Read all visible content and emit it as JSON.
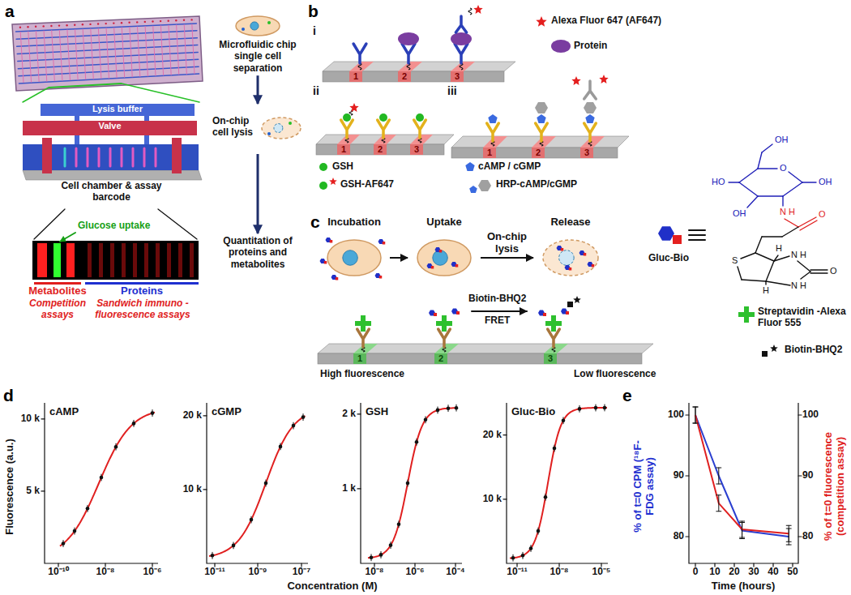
{
  "diagram": {
    "nodes": [
      {
        "text": [
          "Lysis buffer"
        ]
      },
      {
        "text": [
          "Valve"
        ]
      },
      {
        "text": [
          "Microfluidic chip single cell separation"
        ]
      },
      {
        "text": [
          "On-chip cell lysis"
        ]
      },
      {
        "text": [
          "Quantitation of proteins and metabolites"
        ]
      },
      {
        "text": [
          "Incubation"
        ]
      },
      {
        "text": [
          "Uptake"
        ]
      },
      {
        "text": [
          "Release"
        ]
      }
    ],
    "edges": [
      {
        "from": 2,
        "to": 3,
        "arrow": "to"
      },
      {
        "from": 3,
        "to": 4,
        "arrow": "to"
      },
      {
        "from": 5,
        "to": 6,
        "arrow": "to"
      },
      {
        "from": 6,
        "to": 7,
        "arrow": "to",
        "label": "On-chip lysis"
      }
    ],
    "labels": [
      "a",
      "b",
      "c",
      "d",
      "e",
      "Cell chamber & assay barcode",
      "Glucose uptake",
      "Metabolites",
      "Competition assays",
      "Proteins",
      "Sandwich immuno -fluorescence assays",
      "i",
      "1",
      "2",
      "3",
      "Alexa Fluor 647 (AF647)",
      "Protein",
      "ii",
      "1",
      "2",
      "3",
      "GSH",
      "GSH-AF647",
      "iii",
      "1",
      "2",
      "3",
      "cAMP / cGMP",
      "HRP-cAMP/cGMP",
      "Gluc-Bio",
      "OH",
      "O",
      "OH",
      "HO",
      "OH",
      "N",
      "H",
      "O",
      "S",
      "H",
      "H",
      "N",
      "H",
      "N",
      "H",
      "O",
      "1",
      "2",
      "3",
      "Biotin-BHQ2",
      "FRET",
      "High fluorescence",
      "Low fluorescence",
      "Streptavidin -Alexa Fluor 555",
      "Biotin-BHQ2",
      "Fluorescence (a.u.)",
      "cAMP",
      "10 k",
      "5 k",
      "10⁻¹⁰",
      "10⁻⁸",
      "10⁻⁶",
      "cGMP",
      "20 k",
      "10 k",
      "10⁻¹¹",
      "10⁻⁹",
      "10⁻⁷",
      "GSH",
      "2 k",
      "1 k",
      "10⁻⁸",
      "10⁻⁶",
      "10⁻⁴",
      "Gluc-Bio",
      "20 k",
      "10 k",
      "10⁻¹¹",
      "10⁻⁸",
      "10⁻⁵",
      "Concentration (M)",
      "% of t=0 CPM (¹⁸F-FDG assay)",
      "% of t=0 fluorescence (competition assay)",
      "100",
      "90",
      "80",
      "100",
      "90",
      "80",
      "0",
      "10",
      "20",
      "30",
      "40",
      "50",
      "Time (hours)"
    ]
  }
}
